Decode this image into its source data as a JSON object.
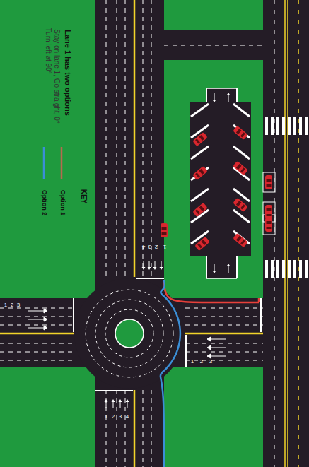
{
  "diagram": {
    "title": "Lane 1 has two options",
    "labels": [
      "Stay on lane 1, Go straight, 0°",
      "Turn left at 90°",
      "KEY",
      "1",
      "2",
      "3",
      "4",
      "1",
      "2",
      "3",
      "1",
      "2",
      "3",
      "1",
      "2",
      "3",
      "4"
    ],
    "legend": [
      {
        "text": "Option 1"
      },
      {
        "text": "Option 2"
      }
    ]
  }
}
